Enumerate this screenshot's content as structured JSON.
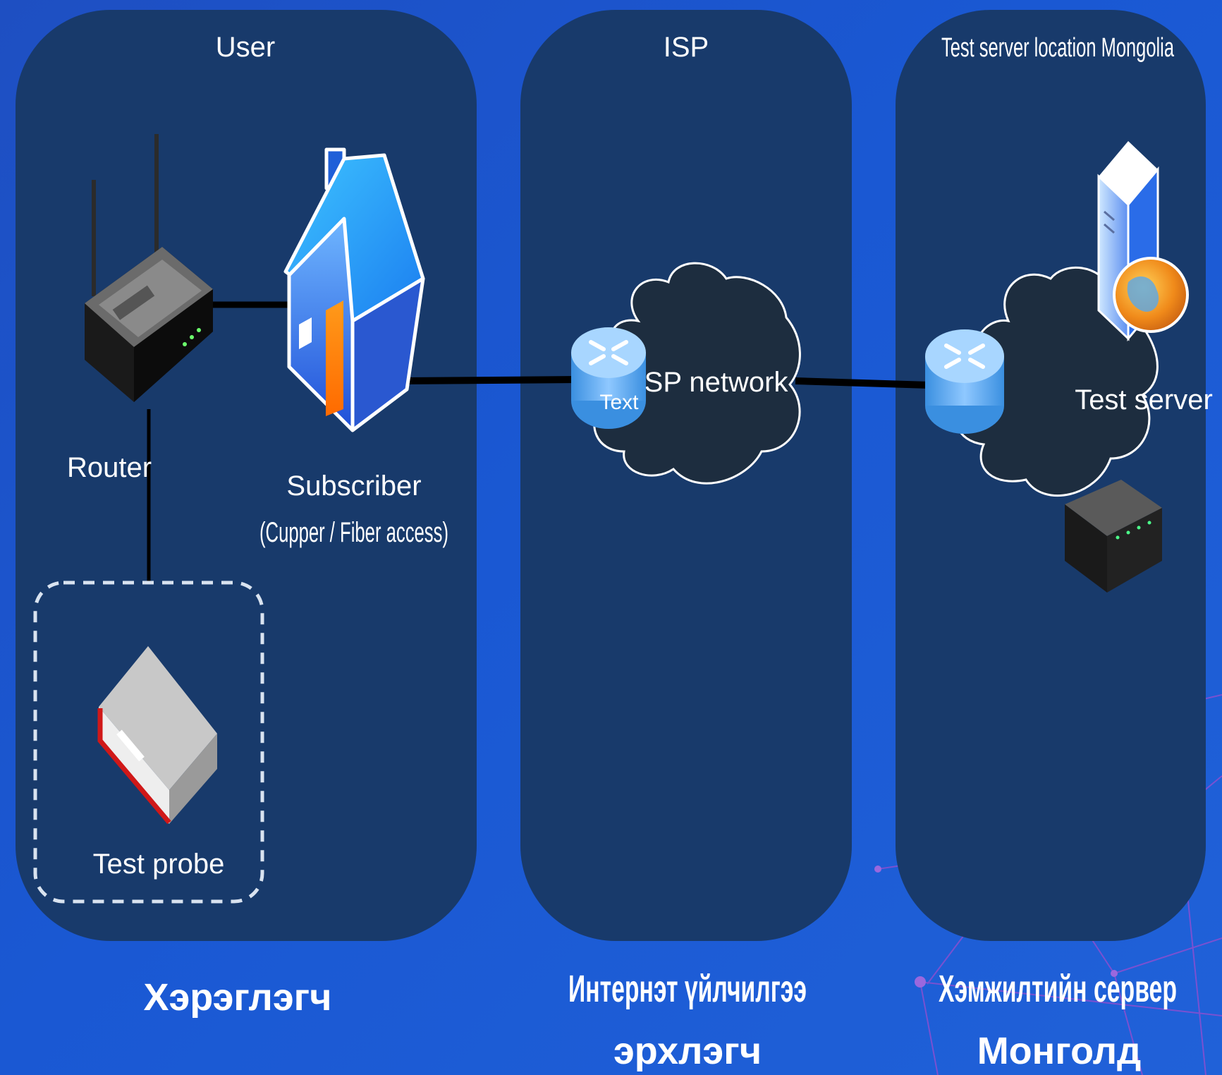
{
  "zones": {
    "user": {
      "title": "User",
      "caption": "Хэрэглэгч"
    },
    "isp": {
      "title": "ISP",
      "caption_line1": "Интернэт үйлчилгээ",
      "caption_line2": "эрхлэгч"
    },
    "server": {
      "title": "Test server location Mongolia",
      "caption_line1": "Хэмжилтийн сервер",
      "caption_line2": "Монголд"
    }
  },
  "nodes": {
    "router": "Router",
    "subscriber_line1": "Subscriber",
    "subscriber_line2": "(Cupper / Fiber access)",
    "test_probe": "Test probe",
    "isp_router_text": "Text",
    "isp_network": "ISP network",
    "test_server": "Test server"
  },
  "colors": {
    "background": "#1c55cc",
    "zone_fill": "#183a6b",
    "cloud_fill": "#1d2d3f",
    "label": "#ffffff",
    "link": "#000000"
  },
  "icons": {
    "router": "wifi-router-icon",
    "subscriber": "house-icon",
    "test_probe": "probe-box-icon",
    "isp_router": "router-cylinder-icon",
    "cloud": "cloud-icon",
    "server": "web-server-icon",
    "modem": "modem-icon"
  }
}
